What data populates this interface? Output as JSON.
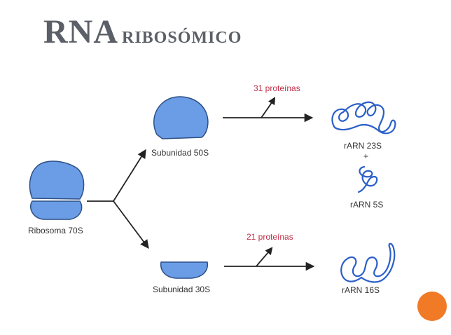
{
  "slide": {
    "title_main": "RNA",
    "title_rest": "ribosómico"
  },
  "labels": {
    "ribosome": "Ribosoma 70S",
    "large_subunit": "Subunidad 50S",
    "small_subunit": "Subunidad 30S",
    "proteins_large": "31 proteínas",
    "proteins_small": "21 proteínas",
    "rrna_23s": "rARN 23S",
    "plus": "+",
    "rrna_5s": "rARN 5S",
    "rrna_16s": "rARN 16S"
  },
  "colors": {
    "subunit_fill": "#6a9de6",
    "subunit_stroke": "#2d4f86",
    "rna_strand": "#2a5fc9",
    "protein_text": "#c0304a",
    "arrow": "#222222",
    "accent_dot": "#f07a25"
  }
}
